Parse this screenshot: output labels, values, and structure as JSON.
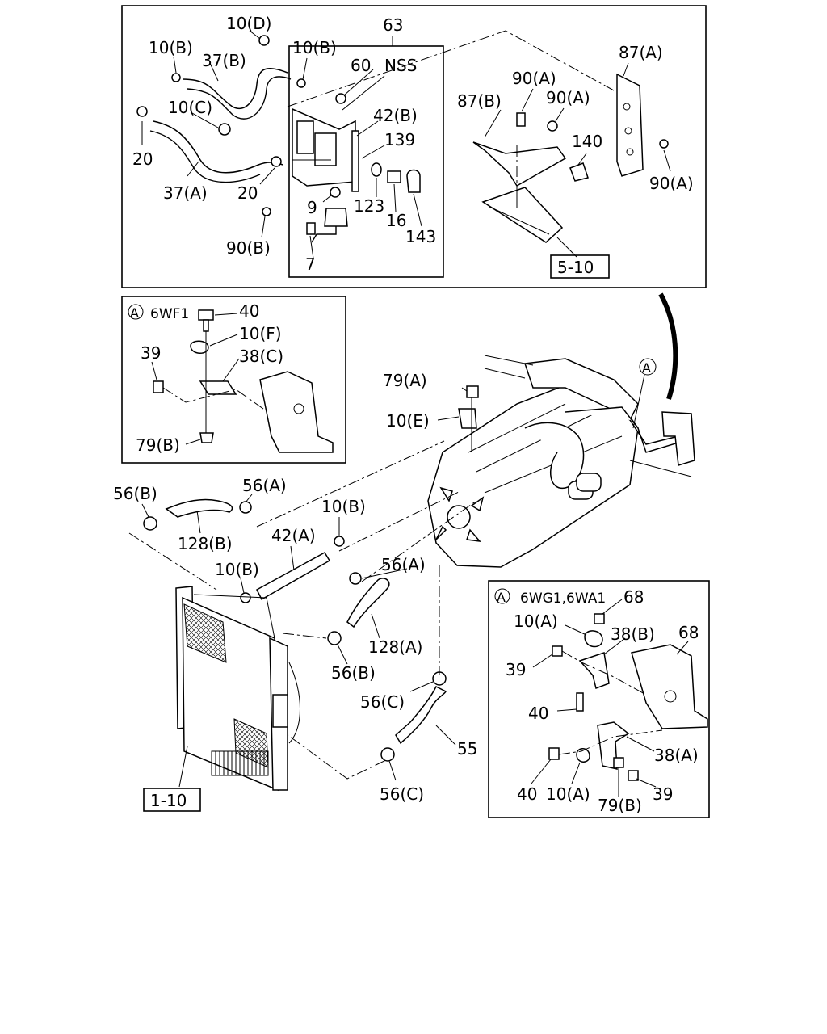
{
  "top_panel": {
    "labels": [
      "10(D)",
      "10(B)",
      "37(B)",
      "10(B)",
      "63",
      "60",
      "NSS",
      "87(A)",
      "90(A)",
      "10(C)",
      "42(B)",
      "87(B)",
      "90(A)",
      "139",
      "140",
      "20",
      "20",
      "37(A)",
      "9",
      "123",
      "16",
      "90(A)",
      "143",
      "90(B)",
      "7"
    ],
    "ref_box": "5-10"
  },
  "inset_6wf1": {
    "badge": "A",
    "title": "6WF1",
    "labels": [
      "40",
      "10(F)",
      "39",
      "38(C)",
      "79(B)"
    ]
  },
  "inset_6wg1": {
    "badge": "A",
    "title": "6WG1,6WA1",
    "labels": [
      "68",
      "10(A)",
      "38(B)",
      "68",
      "39",
      "40",
      "38(A)",
      "40",
      "10(A)",
      "79(B)",
      "39"
    ]
  },
  "main_diagram": {
    "labels": [
      "79(A)",
      "10(E)",
      "A",
      "56(B)",
      "56(A)",
      "128(B)",
      "10(B)",
      "42(A)",
      "10(B)",
      "56(A)",
      "128(A)",
      "56(B)",
      "56(C)",
      "55",
      "56(C)"
    ],
    "ref_box": "1-10"
  },
  "icons": [
    "circle-a-badge"
  ],
  "colors": {
    "ink": "#000000",
    "paper": "#ffffff"
  }
}
